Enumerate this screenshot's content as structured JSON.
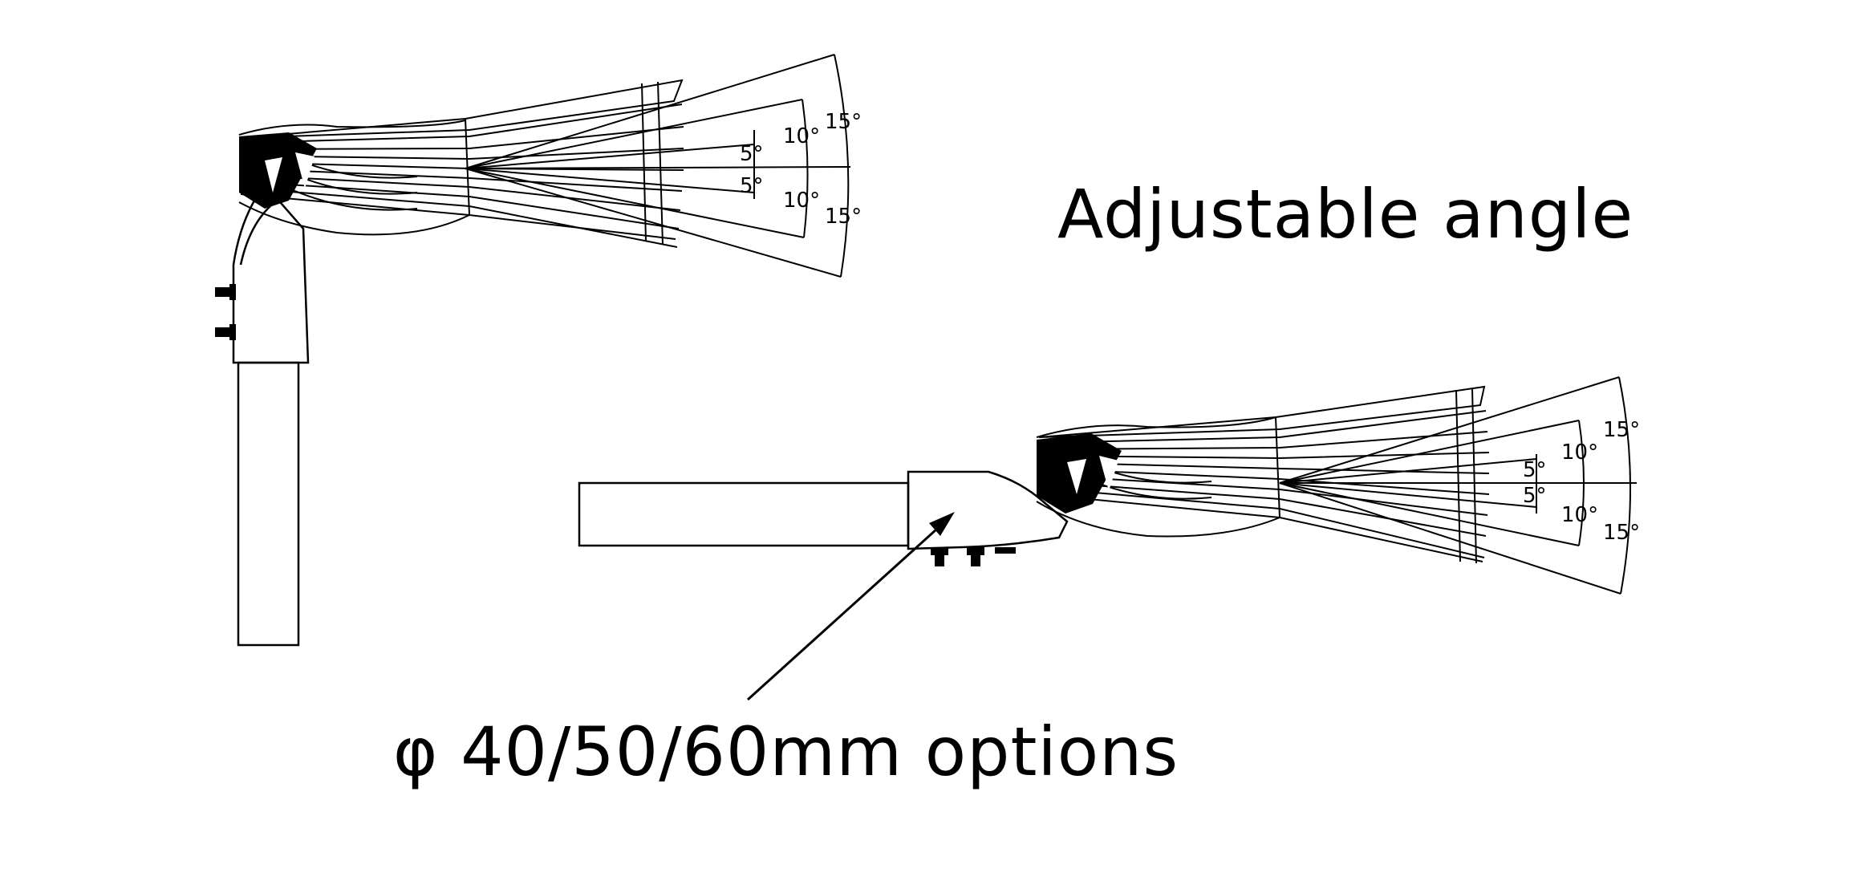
{
  "title": "Adjustable angle",
  "options_label": "φ 40/50/60mm options",
  "angles": {
    "a5": "5°",
    "a10": "10°",
    "a15": "15°"
  },
  "colors": {
    "line": "#000000",
    "background": "#ffffff"
  }
}
